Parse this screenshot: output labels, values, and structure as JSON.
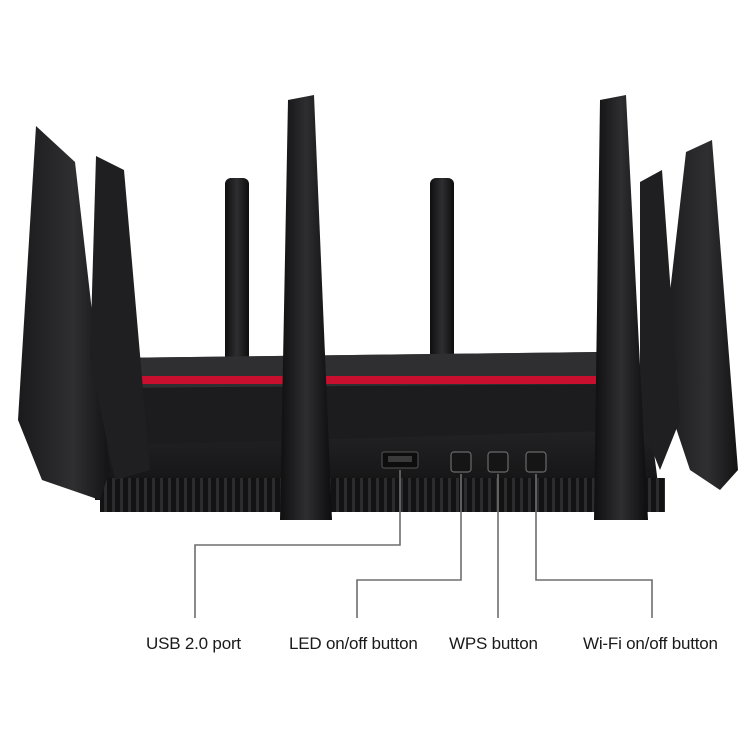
{
  "labels": {
    "usb": "USB 2.0 port",
    "led": "LED on/off button",
    "wps": "WPS button",
    "wifi": "Wi-Fi on/off button"
  },
  "colors": {
    "body": "#2a2a2c",
    "body_dark": "#141415",
    "accent_stripe": "#c8102e",
    "callout_line": "#6e6e6e",
    "label_text": "#1a1a1a"
  }
}
